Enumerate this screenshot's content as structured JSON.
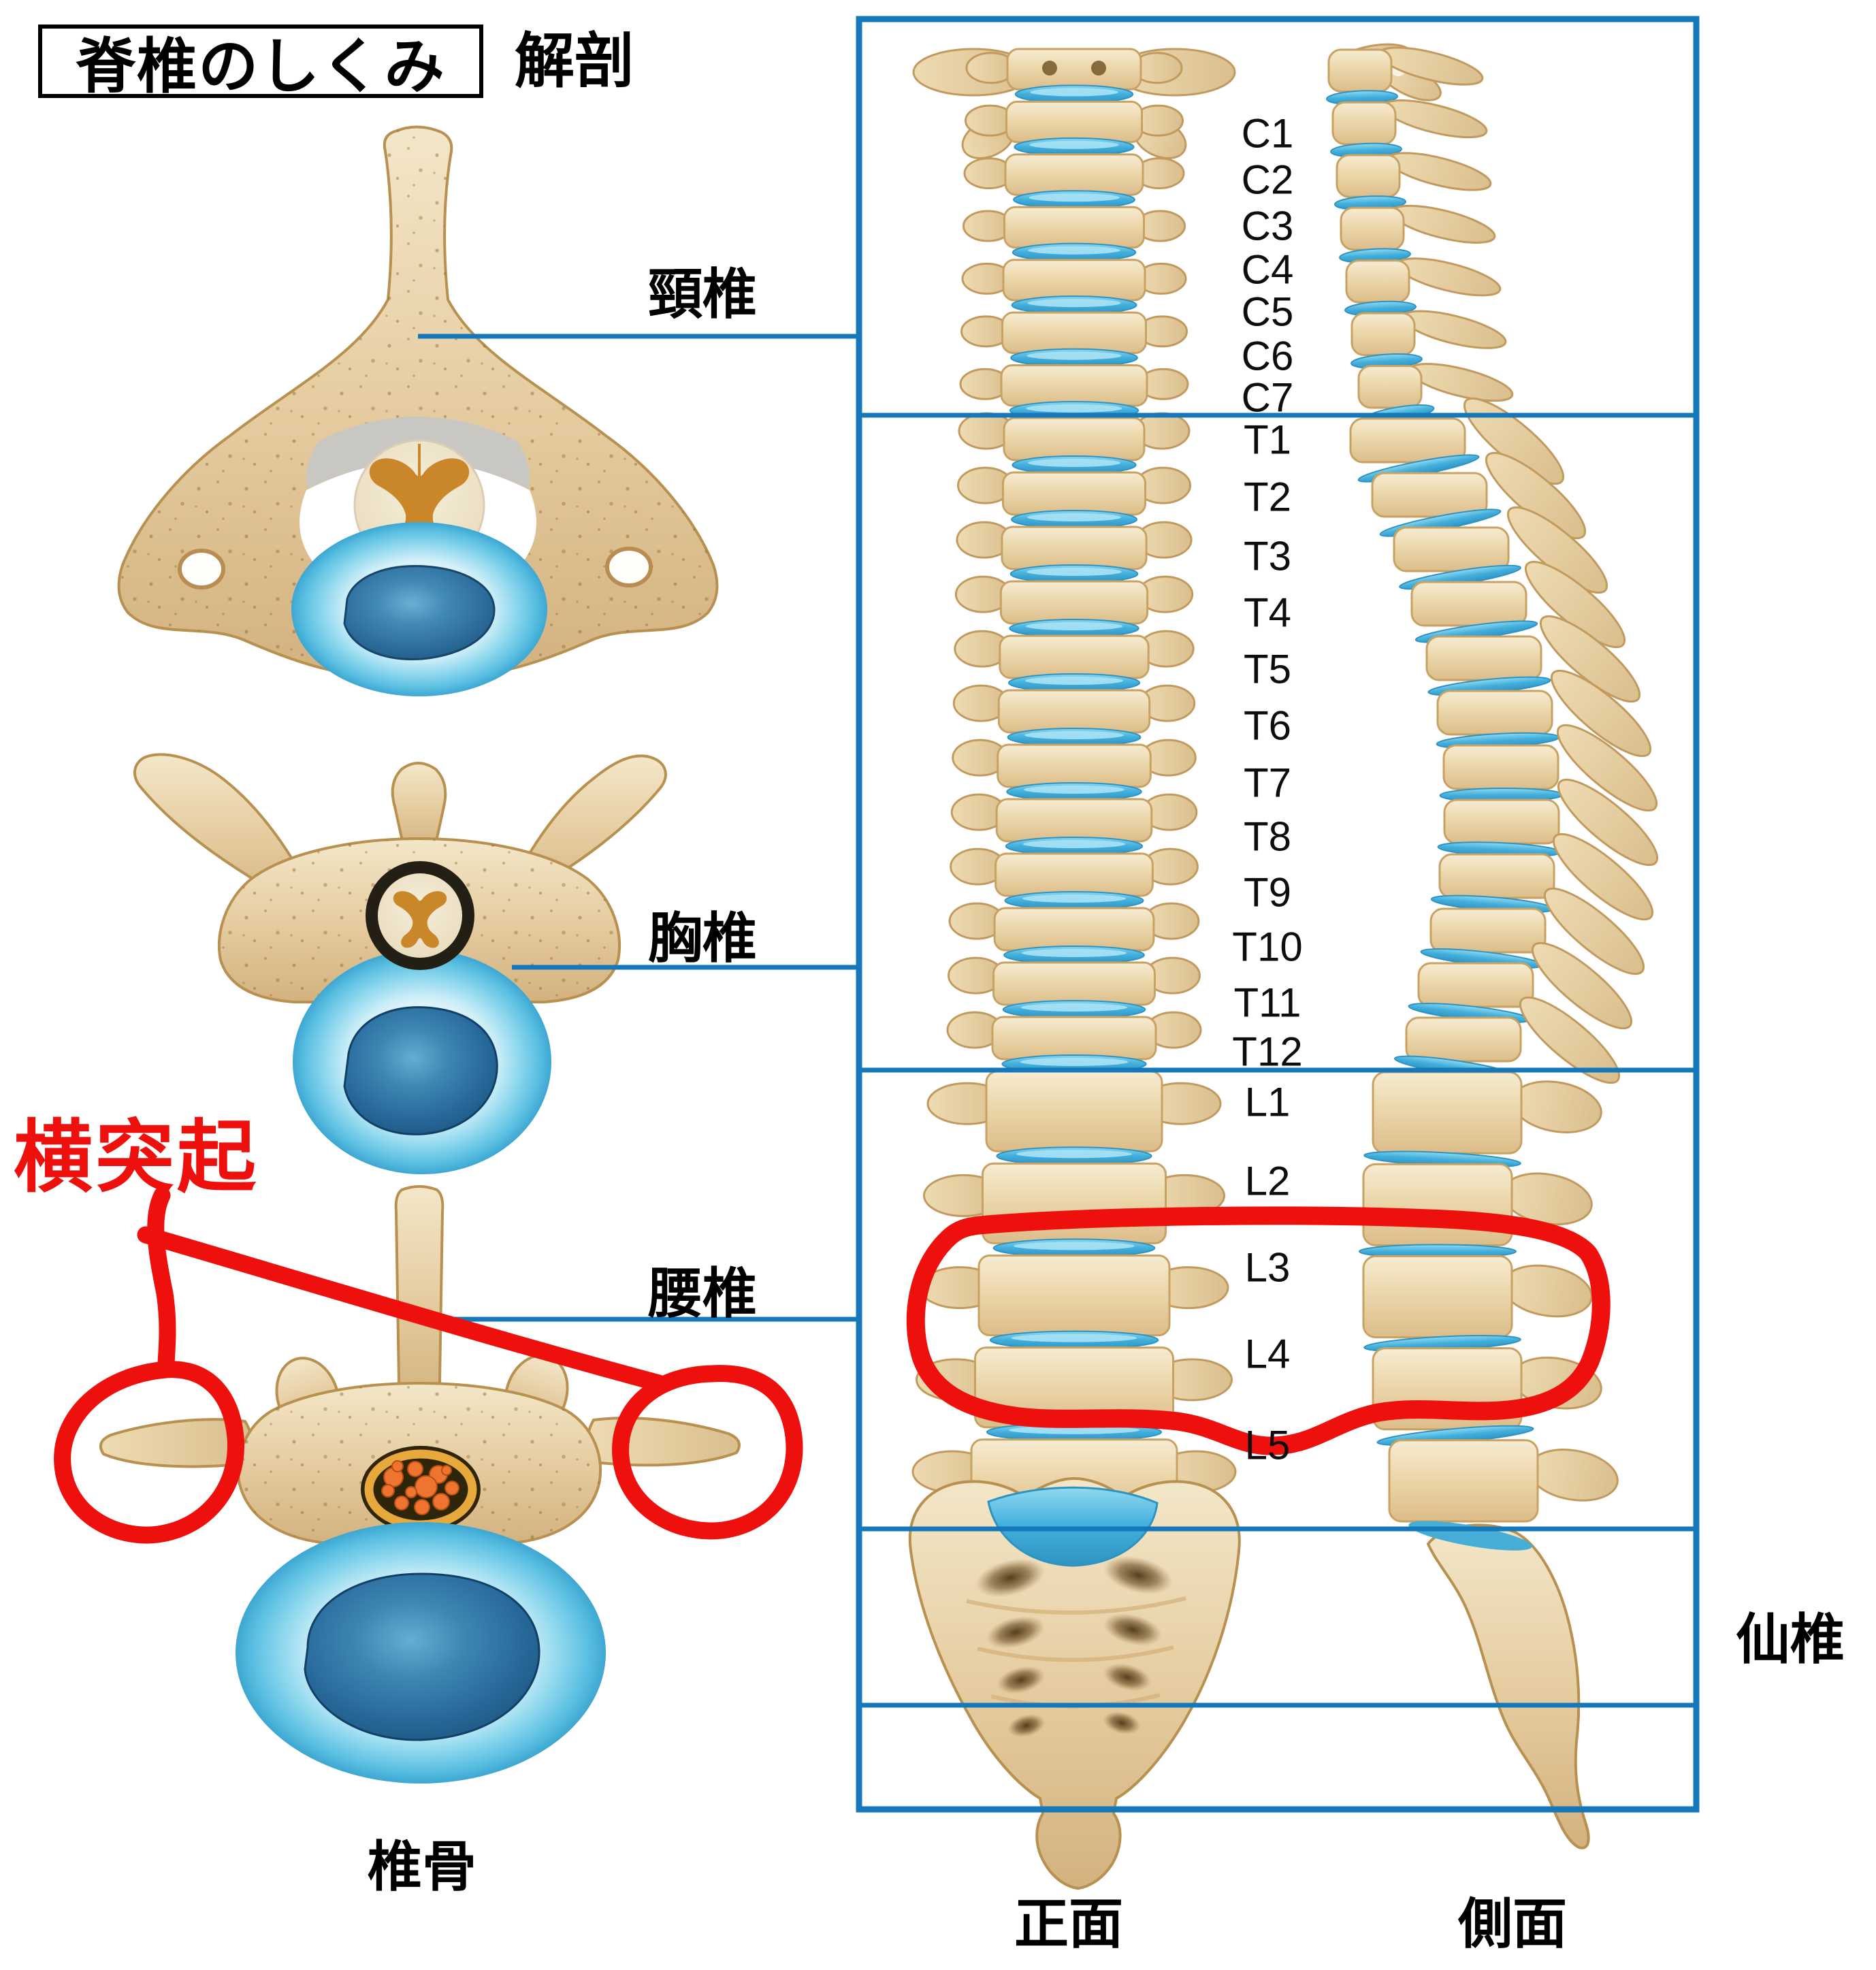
{
  "title": {
    "boxed": "脊椎のしくみ",
    "suffix": "解剖"
  },
  "region_labels": {
    "cervical": "頸椎",
    "thoracic": "胸椎",
    "lumbar": "腰椎",
    "sacral": "仙椎"
  },
  "levels": {
    "cervical": [
      "C1",
      "C2",
      "C3",
      "C4",
      "C5",
      "C6",
      "C7"
    ],
    "thoracic": [
      "T1",
      "T2",
      "T3",
      "T4",
      "T5",
      "T6",
      "T7",
      "T8",
      "T9",
      "T10",
      "T11",
      "T12"
    ],
    "lumbar": [
      "L1",
      "L2",
      "L3",
      "L4",
      "L5"
    ]
  },
  "annotation": {
    "transverse_process": "横突起"
  },
  "figure_captions": {
    "vertebra": "椎骨",
    "front": "正面",
    "side": "側面"
  },
  "colors": {
    "line_blue": "#1578ba",
    "annotation_red": "#ee100d",
    "bone_light": "#f5ead0",
    "bone_mid": "#e7cfa0",
    "bone_dark": "#d3b27f",
    "disc_cyan": "#41aedb",
    "nucleus_blue": "#27689a",
    "cord_cream": "#f1e8d4",
    "gray_matter_orange": "#c9872a",
    "cauda_orange": "#ef7430"
  }
}
